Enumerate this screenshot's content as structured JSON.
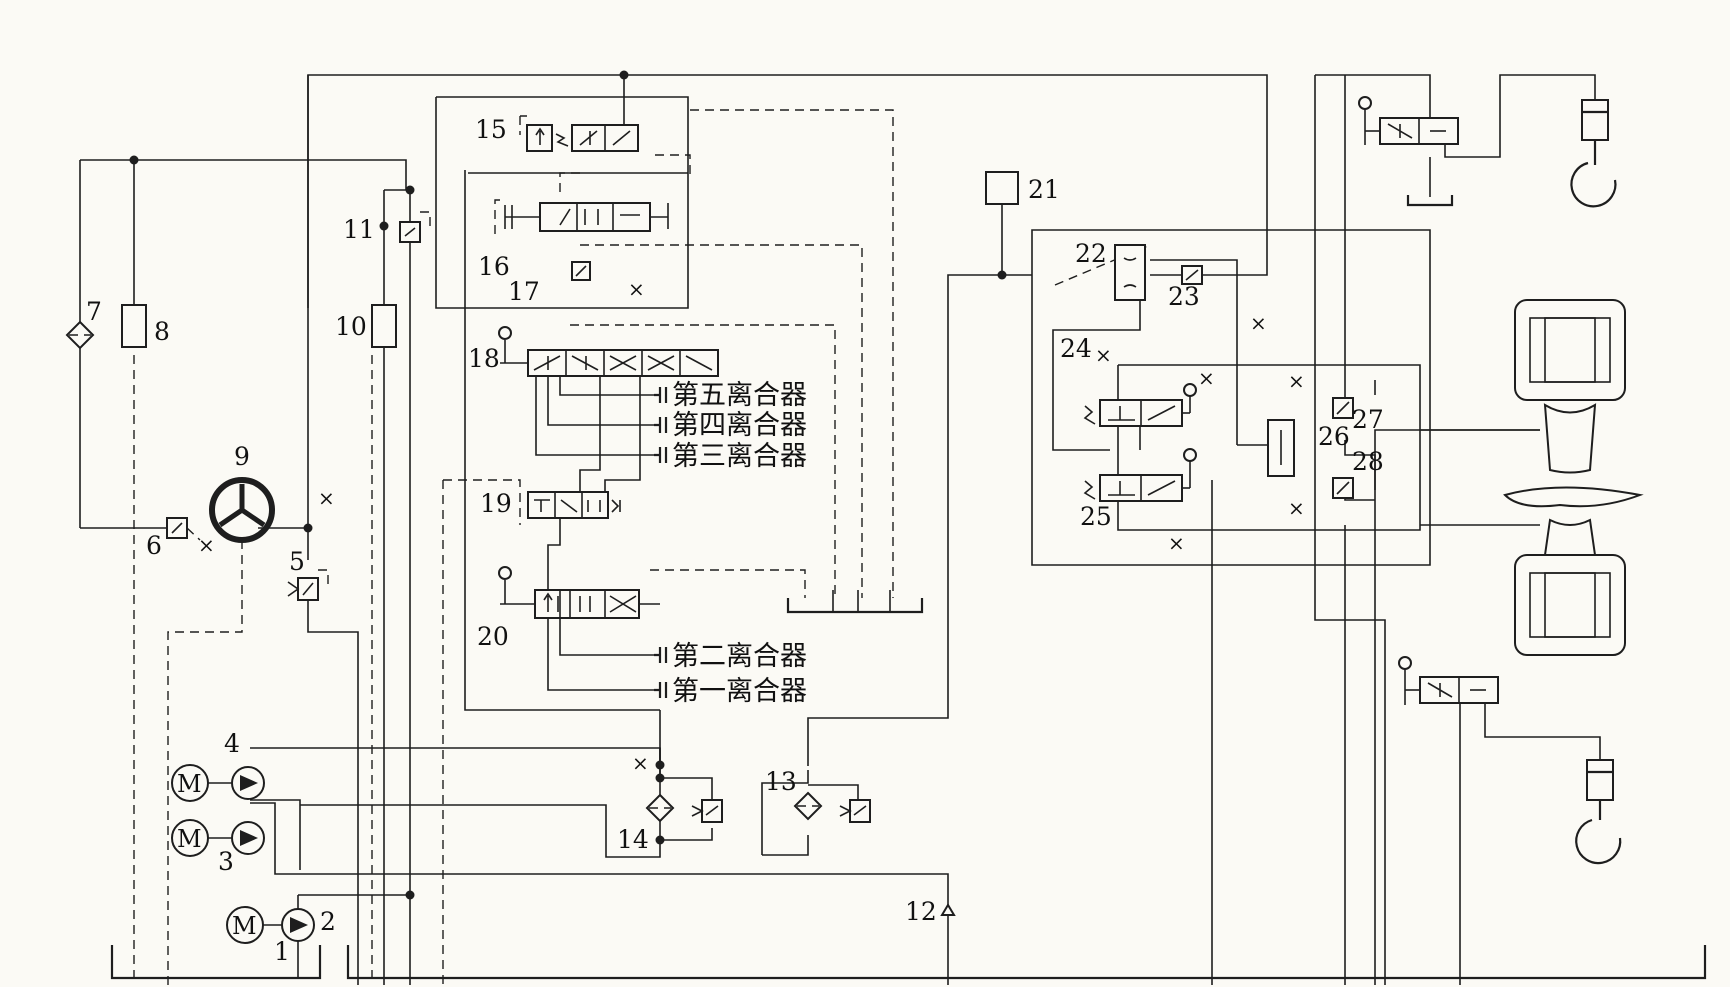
{
  "labels": {
    "n1": "1",
    "n2": "2",
    "n3": "3",
    "n4": "4",
    "n5": "5",
    "n6": "6",
    "n7": "7",
    "n8": "8",
    "n9": "9",
    "n10": "10",
    "n11": "11",
    "n12": "12",
    "n13": "13",
    "n14": "14",
    "n15": "15",
    "n16": "16",
    "n17": "17",
    "n18": "18",
    "n19": "19",
    "n20": "20",
    "n21": "21",
    "n22": "22",
    "n23": "23",
    "n24": "24",
    "n25": "25",
    "n26": "26",
    "n27": "27",
    "n28": "28"
  },
  "clutches": {
    "c5": "第五离合器",
    "c4": "第四离合器",
    "c3": "第三离合器",
    "c2": "第二离合器",
    "c1": "第一离合器"
  },
  "motor_label": "M"
}
